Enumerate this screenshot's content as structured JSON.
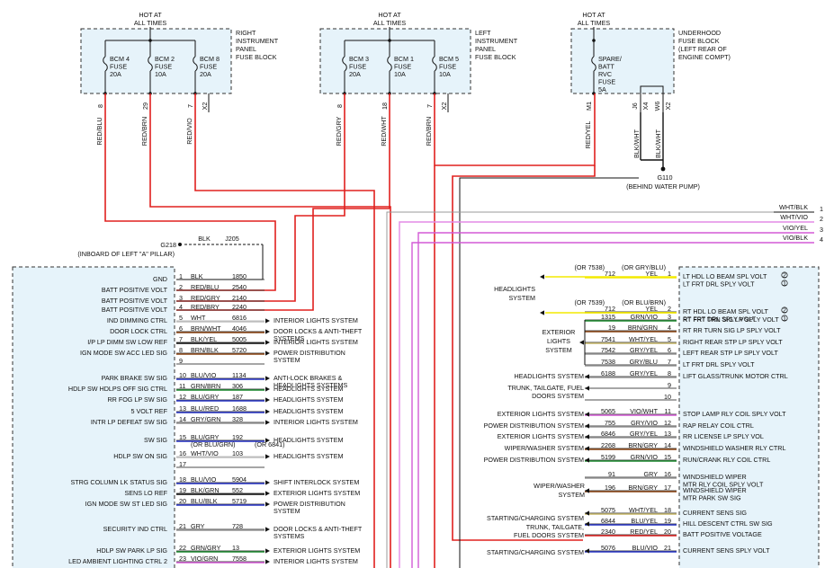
{
  "fuse_blocks": [
    {
      "id": "right",
      "hot": [
        "HOT AT",
        "ALL TIMES"
      ],
      "name": [
        "RIGHT",
        "INSTRUMENT",
        "PANEL",
        "FUSE BLOCK"
      ],
      "fuses": [
        {
          "label": [
            "BCM 4",
            "FUSE",
            "20A"
          ]
        },
        {
          "label": [
            "BCM 2",
            "FUSE",
            "10A"
          ]
        },
        {
          "label": [
            "BCM 8",
            "FUSE",
            "20A"
          ]
        }
      ],
      "pins": [
        "8",
        "29",
        "7",
        "X2"
      ],
      "wires": [
        "RED/BLU",
        "RED/BRN",
        "RED/VIO"
      ]
    },
    {
      "id": "left",
      "hot": [
        "HOT AT",
        "ALL TIMES"
      ],
      "name": [
        "LEFT",
        "INSTRUMENT",
        "PANEL",
        "FUSE BLOCK"
      ],
      "fuses": [
        {
          "label": [
            "BCM 3",
            "FUSE",
            "20A"
          ]
        },
        {
          "label": [
            "BCM 1",
            "FUSE",
            "10A"
          ]
        },
        {
          "label": [
            "BCM 5",
            "FUSE",
            "10A"
          ]
        }
      ],
      "pins": [
        "8",
        "18",
        "7",
        "X2"
      ],
      "wires": [
        "RED/GRY",
        "RED/WHT",
        "RED/BRN"
      ]
    },
    {
      "id": "underhood",
      "hot": [
        "HOT AT",
        "ALL TIMES"
      ],
      "name": [
        "UNDERHOOD",
        "FUSE BLOCK",
        "(LEFT REAR OF",
        "ENGINE COMPT)"
      ],
      "fuses": [
        {
          "label": [
            "SPARE/",
            "BATT",
            "RVC",
            "FUSE",
            "5A"
          ]
        }
      ],
      "pins": [
        "M1",
        "J6",
        "X4",
        "W6",
        "X2"
      ],
      "wires": [
        "RED/YEL",
        "BLK/WHT",
        "BLK/WHT"
      ]
    }
  ],
  "ground_g110": {
    "id": "G110",
    "location": "(BEHIND WATER PUMP)"
  },
  "ground_g218": {
    "id": "G218",
    "location": "(INBOARD OF LEFT \"A\" PILLAR)",
    "wire": "BLK",
    "splice": "J205"
  },
  "right_top_wires": [
    {
      "pin": "1",
      "color": "WHT/BLK"
    },
    {
      "pin": "2",
      "color": "WHT/VIO"
    },
    {
      "pin": "3",
      "color": "VIO/YEL"
    },
    {
      "pin": "4",
      "color": "VIO/BLK"
    }
  ],
  "left_connector": {
    "rows": [
      {
        "func": "GND",
        "pin": "1",
        "color": "BLK",
        "circuit": "1850",
        "dest": ""
      },
      {
        "func": "BATT POSITIVE VOLT",
        "pin": "2",
        "color": "RED/BLU",
        "circuit": "2540",
        "dest": ""
      },
      {
        "func": "BATT POSITIVE VOLT",
        "pin": "3",
        "color": "RED/GRY",
        "circuit": "2140",
        "dest": ""
      },
      {
        "func": "BATT POSITIVE VOLT",
        "pin": "4",
        "color": "RED/BRY",
        "circuit": "2240",
        "dest": ""
      },
      {
        "func": "IND DIMMING CTRL",
        "pin": "5",
        "color": "WHT",
        "circuit": "6816",
        "dest": "INTERIOR LIGHTS SYSTEM"
      },
      {
        "func": "DOOR LOCK CTRL",
        "pin": "6",
        "color": "BRN/WHT",
        "circuit": "4046",
        "dest": "DOOR LOCKS & ANTI-THEFT SYSTEMS"
      },
      {
        "func": "I/P LP DIMM SW LOW REF",
        "pin": "7",
        "color": "BLK/YEL",
        "circuit": "5005",
        "dest": "INTERIOR LIGHTS SYSTEM"
      },
      {
        "func": "IGN MODE SW ACC LED SIG",
        "pin": "8",
        "color": "BRN/BLK",
        "circuit": "5720",
        "dest": "POWER DISTRIBUTION SYSTEM"
      },
      {
        "func": "",
        "pin": "9",
        "color": "",
        "circuit": "",
        "dest": ""
      },
      {
        "func": "PARK BRAKE SW SIG",
        "pin": "10",
        "color": "BLU/VIO",
        "circuit": "1134",
        "dest": "ANTI-LOCK BRAKES & HEADLIGHTS SYSTEMS"
      },
      {
        "func": "HDLP SW HDLPS OFF SIG CTRL",
        "pin": "11",
        "color": "GRN/BRN",
        "circuit": "306",
        "dest": "HEADLIGHTS SYSTEM"
      },
      {
        "func": "RR FOG LP SW SIG",
        "pin": "12",
        "color": "BLU/GRY",
        "circuit": "187",
        "dest": "HEADLIGHTS SYSTEM"
      },
      {
        "func": "5 VOLT REF",
        "pin": "13",
        "color": "BLU/RED",
        "circuit": "1688",
        "dest": "HEADLIGHTS SYSTEM"
      },
      {
        "func": "INTR LP DEFEAT SW SIG",
        "pin": "14",
        "color": "GRY/GRN",
        "circuit": "328",
        "dest": "INTERIOR LIGHTS SYSTEM"
      },
      {
        "func": "SW SIG",
        "pin": "15",
        "color": "BLU/GRY",
        "circuit": "192",
        "alt_color": "(OR BLU/GRN)",
        "alt_circuit": "(OR 6841)",
        "dest": "HEADLIGHTS SYSTEM"
      },
      {
        "func": "HDLP SW ON SIG",
        "pin": "16",
        "color": "WHT/VIO",
        "circuit": "103",
        "dest": "HEADLIGHTS SYSTEM"
      },
      {
        "func": "",
        "pin": "17",
        "color": "",
        "circuit": "",
        "dest": ""
      },
      {
        "func": "STRG COLUMN LK STATUS SIG",
        "pin": "18",
        "color": "BLU/VIO",
        "circuit": "5904",
        "dest": "SHIFT INTERLOCK SYSTEM"
      },
      {
        "func": "SENS LO REF",
        "pin": "19",
        "color": "BLK/GRN",
        "circuit": "552",
        "dest": "EXTERIOR LIGHTS SYSTEM"
      },
      {
        "func": "IGN MODE SW ST LED SIG",
        "pin": "20",
        "color": "BLU/BLK",
        "circuit": "5719",
        "dest": "POWER DISTRIBUTION SYSTEM"
      },
      {
        "func": "SECURITY IND CTRL",
        "pin": "21",
        "color": "GRY",
        "circuit": "728",
        "dest": "DOOR LOCKS & ANTI-THEFT SYSTEMS"
      },
      {
        "func": "HDLP SW PARK LP SIG",
        "pin": "22",
        "color": "GRN/GRY",
        "circuit": "13",
        "dest": "EXTERIOR LIGHTS SYSTEM"
      },
      {
        "func": "LED AMBIENT LIGHTING CTRL 2",
        "pin": "23",
        "color": "VIO/GRN",
        "circuit": "7558",
        "dest": "INTERIOR LIGHTS SYSTEM"
      }
    ]
  },
  "right_connector": {
    "rows": [
      {
        "pin": "1",
        "circuit": "712",
        "color": "YEL",
        "alt": [
          "(OR 7538)",
          "(OR GRY/BLU)"
        ],
        "func": [
          "LT HDL LO BEAM SPL VOLT",
          "LT FRT DRL SPLY VOLT"
        ],
        "notes": [
          "2",
          "1"
        ],
        "dest": "HEADLIGHTS SYSTEM"
      },
      {
        "pin": "2",
        "circuit": "712",
        "color": "YEL",
        "alt": [
          "(OR 7539)",
          "(OR BLU/BRN)"
        ],
        "func": [
          "RT HDL LO BEAM SPL VOLT",
          "RT FRT DRL SPLY VOLT"
        ],
        "notes": [
          "2",
          "1"
        ],
        "dest": ""
      },
      {
        "pin": "3",
        "circuit": "1315",
        "color": "GRN/VIO",
        "func": [
          "RT FRT TRN SIG LP SPLY VOLT"
        ],
        "dest": "EXTERIOR LIGHTS SYSTEM"
      },
      {
        "pin": "4",
        "circuit": "19",
        "color": "BRN/GRN",
        "func": [
          "RT RR TURN SIG LP SPLY VOLT"
        ],
        "dest": ""
      },
      {
        "pin": "5",
        "circuit": "7541",
        "color": "WHT/YEL",
        "func": [
          "RIGHT REAR STP LP SPLY VOLT"
        ],
        "dest": ""
      },
      {
        "pin": "6",
        "circuit": "7542",
        "color": "GRY/YEL",
        "func": [
          "LEFT REAR STP LP SPLY VOLT"
        ],
        "dest": ""
      },
      {
        "pin": "7",
        "circuit": "7538",
        "color": "GRY/BLU",
        "func": [
          "LT FRT DRL SPLY VOLT"
        ],
        "dest": ""
      },
      {
        "pin": "8",
        "circuit": "6188",
        "color": "GRY/YEL",
        "func": [
          "LIFT GLASS/TRUNK MOTOR CTRL"
        ],
        "dest": "HEADLIGHTS SYSTEM"
      },
      {
        "pin": "9",
        "circuit": "",
        "color": "",
        "func": [],
        "dest": "TRUNK, TAILGATE, FUEL DOORS SYSTEM"
      },
      {
        "pin": "10",
        "circuit": "",
        "color": "",
        "func": [],
        "dest": ""
      },
      {
        "pin": "11",
        "circuit": "5065",
        "color": "VIO/WHT",
        "func": [
          "STOP LAMP RLY COIL SPLY VOLT"
        ],
        "dest": "EXTERIOR LIGHTS SYSTEM"
      },
      {
        "pin": "12",
        "circuit": "755",
        "color": "GRY/VIO",
        "func": [
          "RAP RELAY COIL CTRL"
        ],
        "dest": "POWER DISTRIBUTION SYSTEM"
      },
      {
        "pin": "13",
        "circuit": "6846",
        "color": "GRY/YEL",
        "func": [
          "RR LICENSE LP SPLY VOL"
        ],
        "dest": "EXTERIOR LIGHTS SYSTEM"
      },
      {
        "pin": "14",
        "circuit": "2268",
        "color": "BRN/GRY",
        "func": [
          "WINDSHIELD WASHER RLY CTRL"
        ],
        "dest": "WIPER/WASHER SYSTEM"
      },
      {
        "pin": "15",
        "circuit": "5199",
        "color": "GRN/VIO",
        "func": [
          "RUN/CRANK RLY COIL CTRL"
        ],
        "dest": "POWER DISTRIBUTION SYSTEM"
      },
      {
        "pin": "16",
        "circuit": "91",
        "color": "GRY",
        "func": [
          "WINDSHIELD WIPER",
          "MTR RLY COIL SPLY VOLT"
        ],
        "dest": "WIPER/WASHER SYSTEM"
      },
      {
        "pin": "17",
        "circuit": "196",
        "color": "BRN/GRY",
        "func": [
          "WINDSHIELD WIPER",
          "MTR PARK SW SIG"
        ],
        "dest": ""
      },
      {
        "pin": "18",
        "circuit": "5075",
        "color": "WHT/YEL",
        "func": [
          "CURRENT SENS SIG"
        ],
        "dest": "STARTING/CHARGING SYSTEM"
      },
      {
        "pin": "19",
        "circuit": "6844",
        "color": "BLU/YEL",
        "func": [
          "HILL DESCENT CTRL SW SIG"
        ],
        "dest": "TRUNK, TAILGATE, FUEL DOORS SYSTEM"
      },
      {
        "pin": "20",
        "circuit": "2340",
        "color": "RED/YEL",
        "func": [
          "BATT POSITIVE VOLTAGE"
        ],
        "dest": ""
      },
      {
        "pin": "21",
        "circuit": "5076",
        "color": "BLU/VIO",
        "func": [
          "CURRENT SENS SPLY VOLT"
        ],
        "dest": "STARTING/CHARGING SYSTEM"
      }
    ]
  },
  "colors": {
    "red": "#e0201e",
    "yellow": "#f4ea00",
    "violet": "#d35ad6",
    "blue": "#2733c6",
    "green": "#1c8a2e",
    "brown": "#8b4513",
    "gray": "#9a9a9a",
    "white": "#bdbdbd",
    "black": "#111111",
    "box": "#e6f3fa"
  }
}
